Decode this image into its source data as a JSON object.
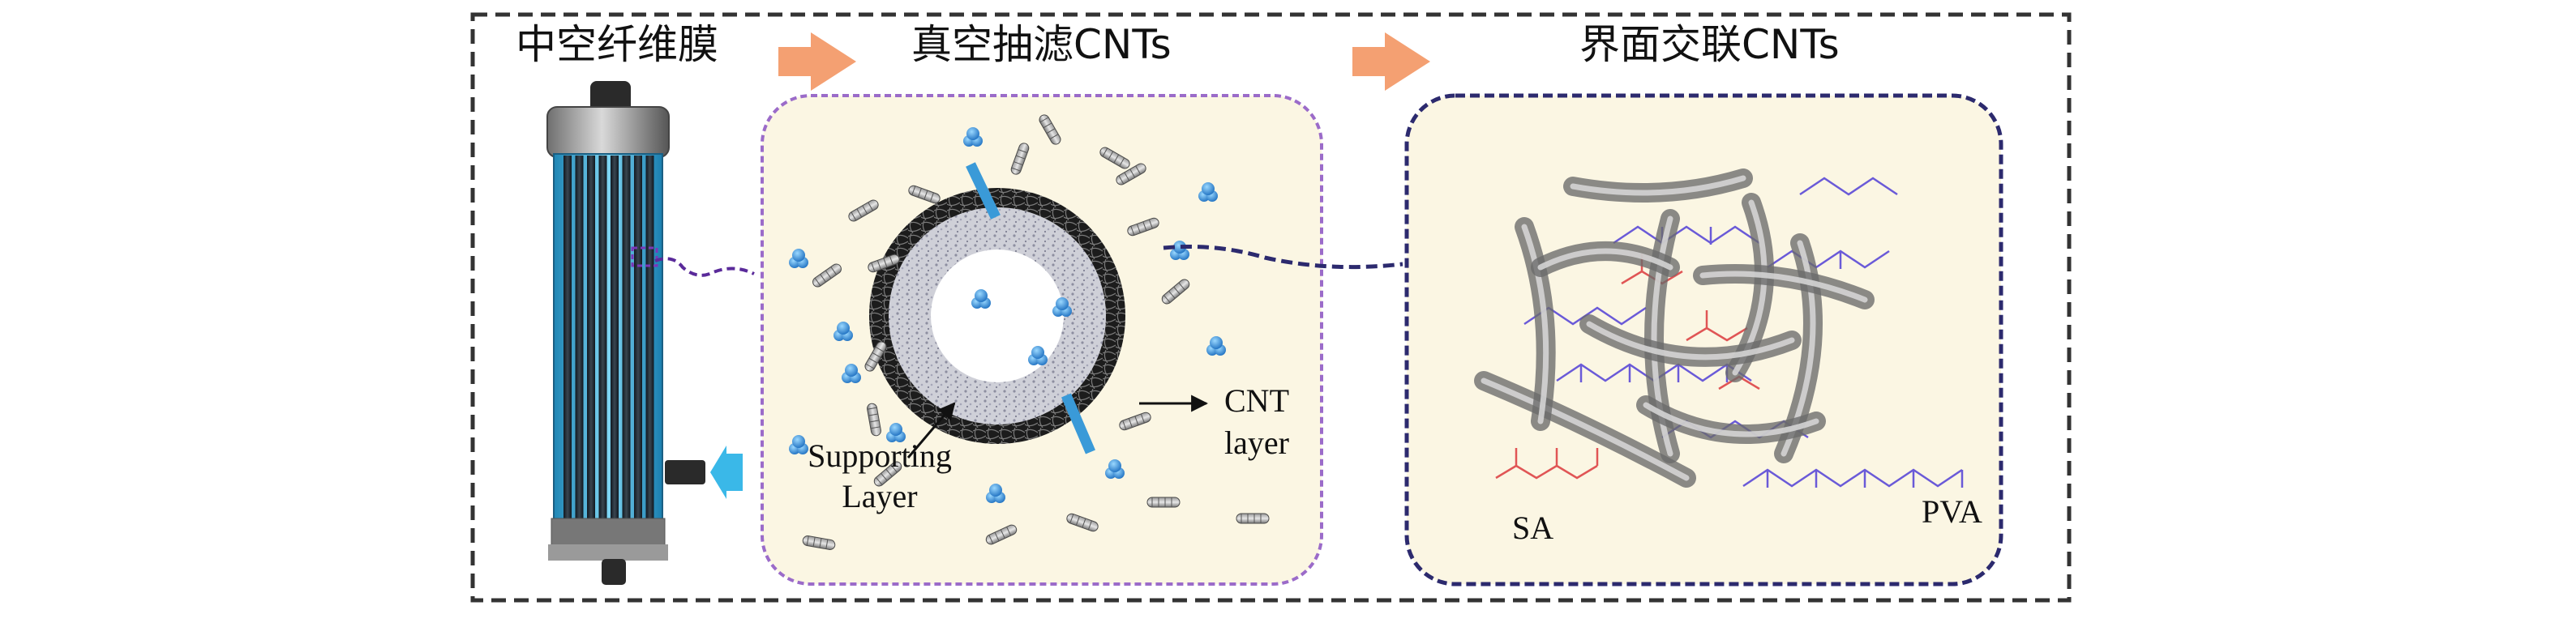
{
  "steps": [
    {
      "title": "中空纤维膜"
    },
    {
      "title": "真空抽滤CNTs"
    },
    {
      "title": "界面交联CNTs"
    }
  ],
  "cross_section_labels": {
    "supporting": [
      "Supporting",
      "Layer"
    ],
    "cnt": [
      "CNT",
      "layer"
    ]
  },
  "polymer_labels": {
    "sa": "SA",
    "pva": "PVA"
  },
  "colors": {
    "frame": "#333333",
    "arrow": "#f4a072",
    "panel_bg": "#fbf6e3",
    "panel1_border": "#9b6bc9",
    "panel2_border": "#2c2a6e",
    "fiber_blue": "#3ab8e8",
    "cnt_gray": "#6a6a6a",
    "droplet": "#2f8fd8",
    "sa_red": "#e05555",
    "pva_purple": "#6a5ad8"
  },
  "icons": [
    "hollow-fiber-module-icon",
    "inlet-arrow-icon",
    "water-droplet-icon",
    "carbon-nanotube-icon"
  ]
}
